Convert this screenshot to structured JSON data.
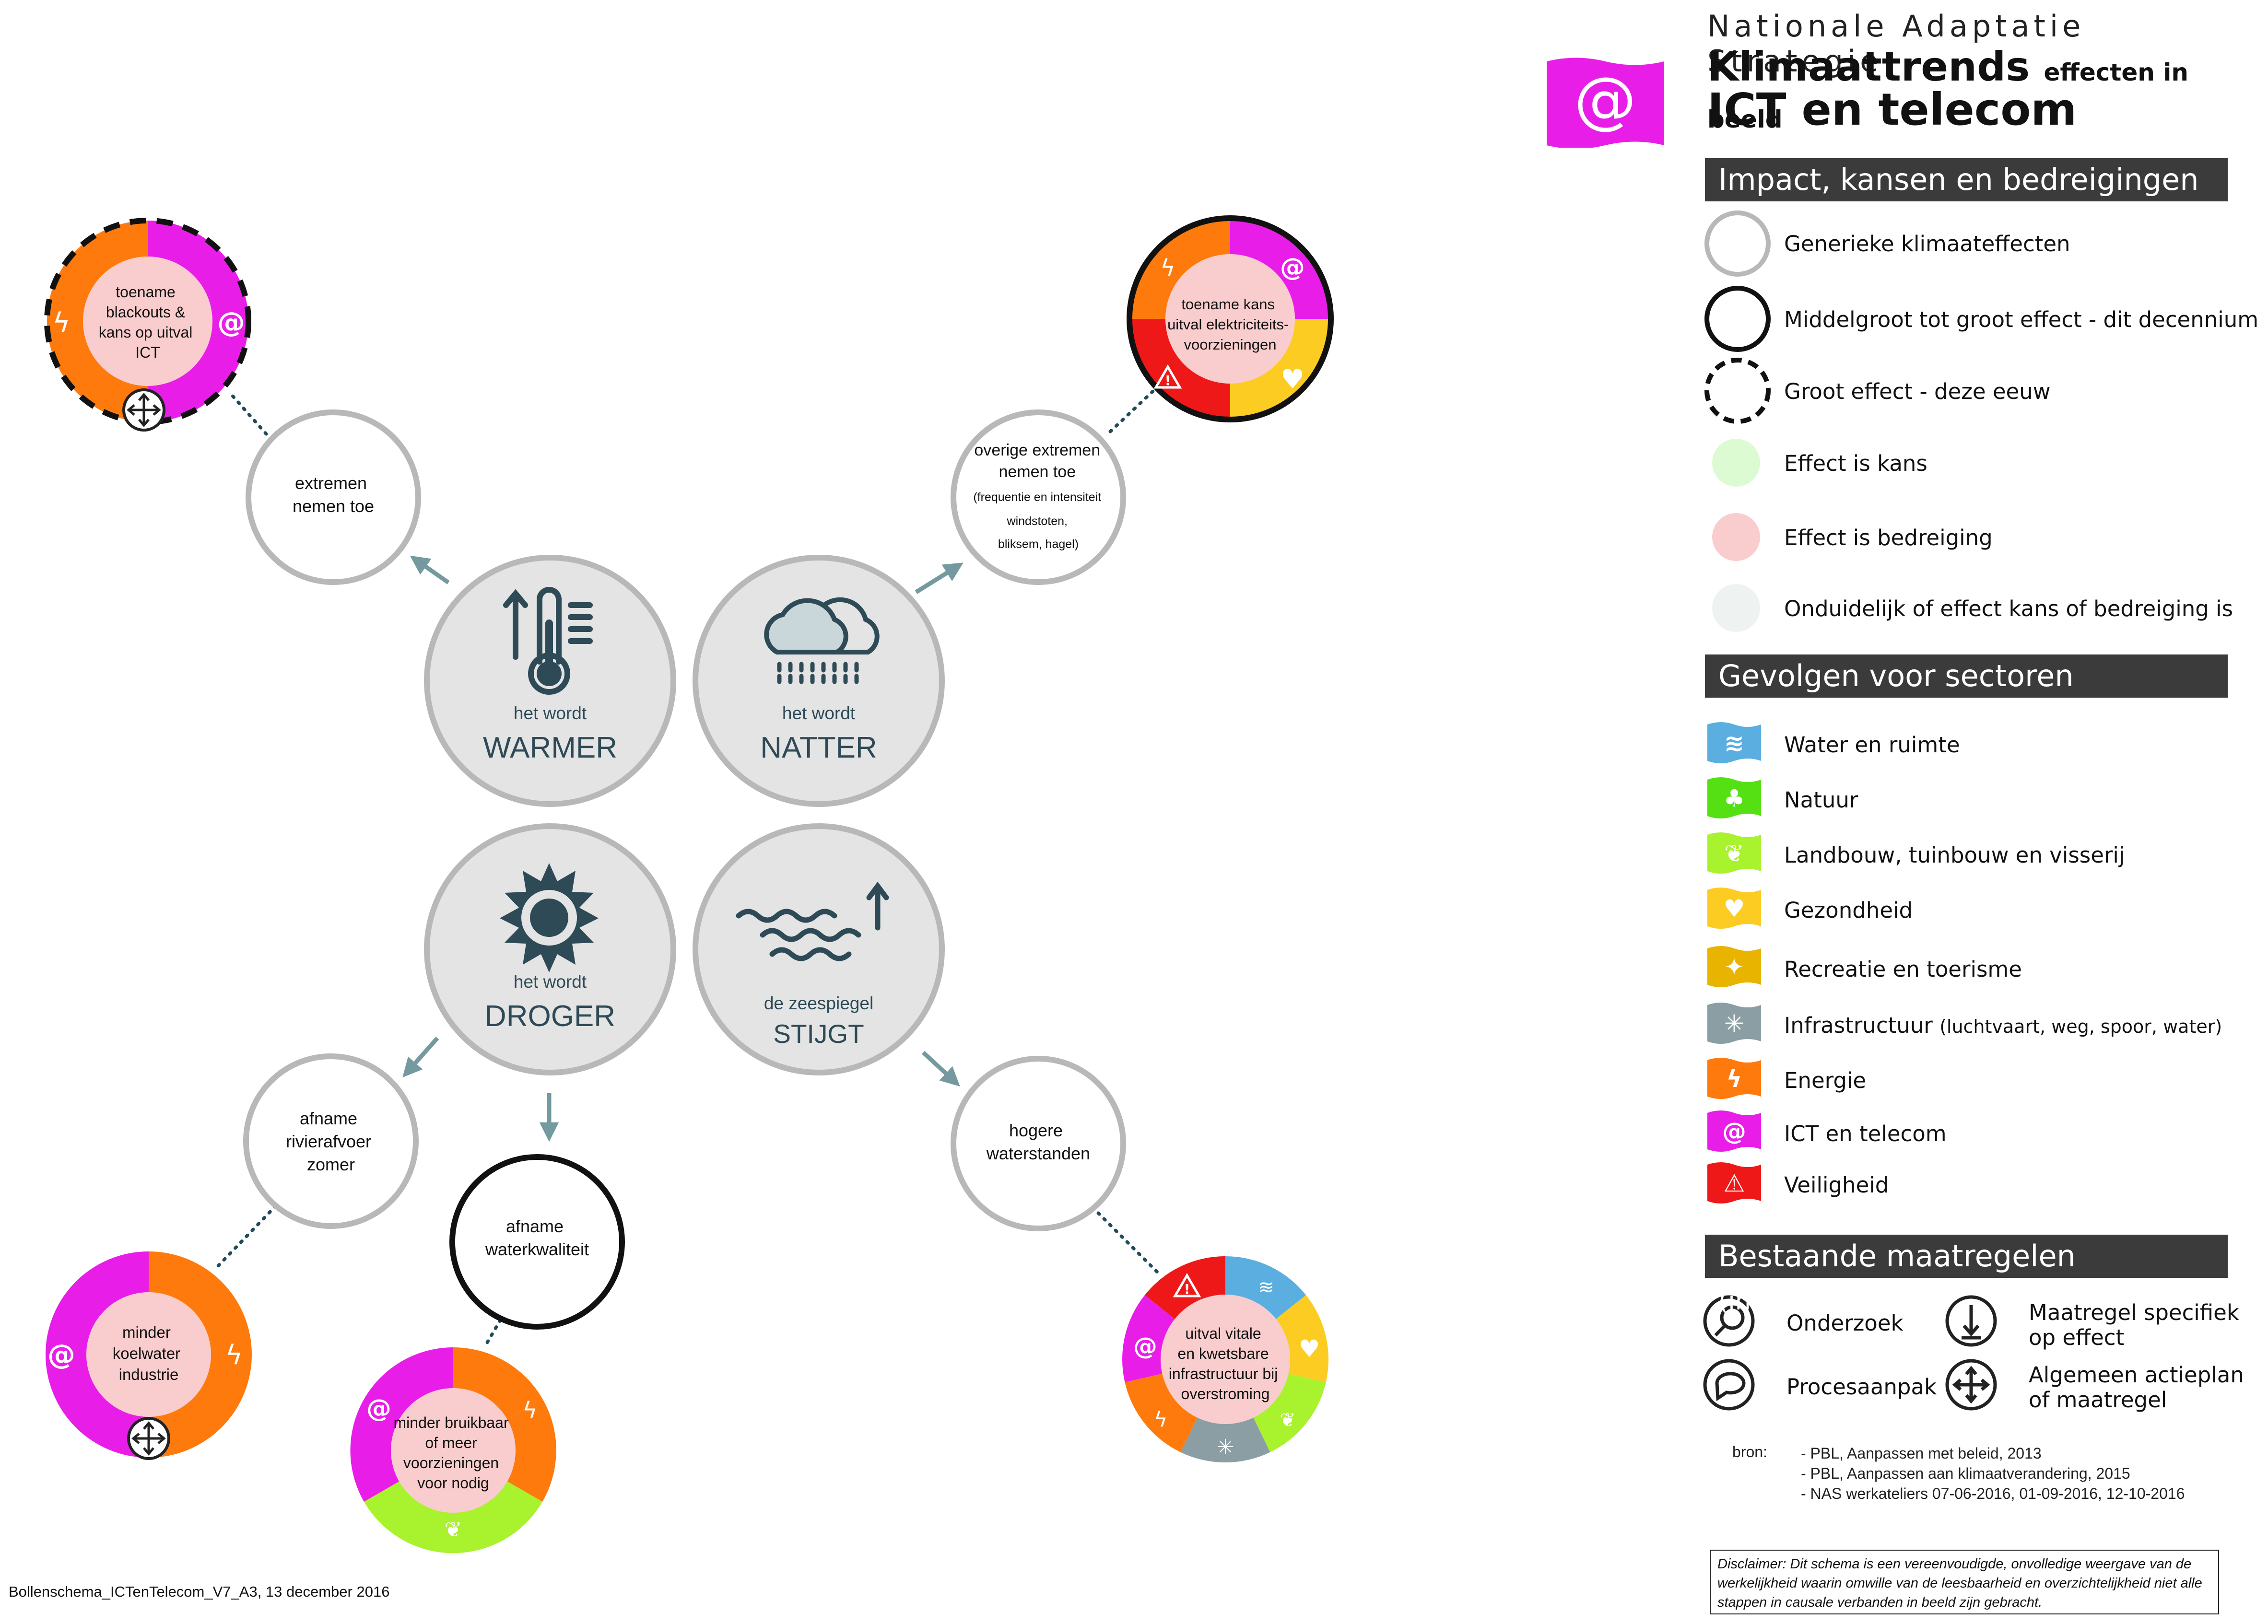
{
  "header": {
    "subtitle": "Nationale Adaptatie Strategie",
    "title_main": "Klimaattrends",
    "title_small": "effecten in beeld",
    "title_sector": "ICT en telecom",
    "badge_icon": "at-sign-icon",
    "badge_color": "#e81ee8"
  },
  "legend": {
    "impact": {
      "title": "Impact, kansen en bedreigingen",
      "items": [
        {
          "label": "Generieke klimaateffecten",
          "icon": "grey-ring"
        },
        {
          "label": "Middelgroot tot groot effect - dit decennium",
          "icon": "black-ring"
        },
        {
          "label": "Groot effect - deze eeuw",
          "icon": "dashed-ring"
        },
        {
          "label": "Effect is kans",
          "icon": "green-dot",
          "color": "#dcfbd2"
        },
        {
          "label": "Effect is bedreiging",
          "icon": "pink-dot",
          "color": "#f9cdcd"
        },
        {
          "label": "Onduidelijk of effect kans of bedreiging is",
          "icon": "pale-dot",
          "color": "#eef3f2"
        }
      ]
    },
    "sectors": {
      "title": "Gevolgen voor sectoren",
      "items": [
        {
          "label": "Water en ruimte",
          "color": "#5aaee0",
          "icon": "waves-icon"
        },
        {
          "label": "Natuur",
          "color": "#55e013",
          "icon": "tree-icon"
        },
        {
          "label": "Landbouw, tuinbouw en visserij",
          "color": "#a9f22e",
          "icon": "wheat-icon"
        },
        {
          "label": "Gezondheid",
          "color": "#fccc22",
          "icon": "heart-icon"
        },
        {
          "label": "Recreatie en toerisme",
          "color": "#e8b400",
          "icon": "runner-icon"
        },
        {
          "label": "Infrastructuur",
          "note": "(luchtvaart, weg, spoor, water)",
          "color": "#8b9ea3",
          "icon": "airplane-icon"
        },
        {
          "label": "Energie",
          "color": "#ff7a0d",
          "icon": "lightning-icon"
        },
        {
          "label": "ICT en telecom",
          "color": "#e81ee8",
          "icon": "at-sign-icon"
        },
        {
          "label": "Veiligheid",
          "color": "#ef1818",
          "icon": "warning-icon"
        }
      ]
    },
    "measures": {
      "title": "Bestaande maatregelen",
      "title_note": "(incompleet)",
      "items": [
        {
          "label": "Onderzoek",
          "icon": "magnifier-icon"
        },
        {
          "label": "Maatregel specifiek",
          "label2": "op effect",
          "icon": "down-arrow-icon"
        },
        {
          "label": "Procesaanpak",
          "icon": "speech-bubble-icon"
        },
        {
          "label": "Algemeen actieplan",
          "label2": "of maatregel",
          "icon": "four-arrows-icon"
        }
      ]
    },
    "sources": {
      "label": "bron:",
      "items": [
        "- PBL, Aanpassen met beleid, 2013",
        "- PBL, Aanpassen aan klimaatverandering, 2015",
        "- NAS werkateliers 07-06-2016, 01-09-2016, 12-10-2016"
      ]
    },
    "disclaimer": "Disclaimer: Dit schema  is  een vereenvoudigde, onvolledige weergave van de werkelijkheid waarin omwille van de leesbaarheid en overzichtelijkheid niet alle stappen in causale verbanden in beeld zijn gebracht."
  },
  "trends": [
    {
      "id": "warmer",
      "prefix": "het wordt",
      "label": "WARMER",
      "icon": "thermometer-icon"
    },
    {
      "id": "natter",
      "prefix": "het wordt",
      "label": "NATTER",
      "icon": "rain-cloud-icon"
    },
    {
      "id": "droger",
      "prefix": "het wordt",
      "label": "DROGER",
      "icon": "sun-icon"
    },
    {
      "id": "stijgt",
      "prefix": "de zeespiegel",
      "label": "STIJGT",
      "icon": "sea-level-icon"
    }
  ],
  "effects": [
    {
      "id": "extremen",
      "lines": [
        "extremen",
        "nemen toe"
      ],
      "style": "generic"
    },
    {
      "id": "overige",
      "lines": [
        "overige extremen",
        "nemen toe"
      ],
      "small_lines": [
        "(frequentie en intensiteit",
        "windstoten,",
        "bliksem, hagel)"
      ],
      "style": "generic"
    },
    {
      "id": "rivierafvoer",
      "lines": [
        "afname",
        "rivierafvoer",
        "zomer"
      ],
      "style": "generic"
    },
    {
      "id": "waterkwaliteit",
      "lines": [
        "afname",
        "waterkwaliteit"
      ],
      "style": "medium"
    },
    {
      "id": "waterstanden",
      "lines": [
        "hogere",
        "waterstanden"
      ],
      "style": "generic"
    }
  ],
  "impacts": [
    {
      "id": "blackouts",
      "lines": [
        "toename",
        "blackouts &",
        "kans op uitval",
        "ICT"
      ],
      "style": "large-century",
      "sectors": [
        "ICT en telecom",
        "Energie"
      ],
      "measure": "four-arrows-icon"
    },
    {
      "id": "elektriciteit",
      "lines": [
        "toename kans",
        "uitval elektriciteits-",
        "voorzieningen"
      ],
      "style": "medium",
      "sectors": [
        "ICT en telecom",
        "Gezondheid",
        "Veiligheid",
        "Energie"
      ]
    },
    {
      "id": "koelwater",
      "lines": [
        "minder",
        "koelwater",
        "industrie"
      ],
      "style": "none",
      "sectors": [
        "Energie",
        "ICT en telecom"
      ],
      "measure": "four-arrows-icon"
    },
    {
      "id": "bruikbaar",
      "lines": [
        "minder bruikbaar",
        "of meer",
        "voorzieningen",
        "voor nodig"
      ],
      "style": "none",
      "sectors": [
        "Energie",
        "Landbouw, tuinbouw en visserij",
        "ICT en telecom"
      ]
    },
    {
      "id": "infrastructuur",
      "lines": [
        "uitval vitale",
        "en kwetsbare",
        "infrastructuur bij",
        "overstroming"
      ],
      "style": "none",
      "sectors": [
        "Water en ruimte",
        "Gezondheid",
        "Landbouw, tuinbouw en visserij",
        "Infrastructuur",
        "Energie",
        "ICT en telecom",
        "Veiligheid"
      ]
    }
  ],
  "footer": "Bollenschema_ICTenTelecom_V7_A3, 13 december 2016",
  "colors": {
    "trend_fill": "#e4e4e4",
    "ring_grey": "#b8b8b8",
    "arrow": "#74999e",
    "dotted": "#1f4a58",
    "icon_dark": "#2e4a56",
    "threat_center": "#f9cdcd"
  }
}
